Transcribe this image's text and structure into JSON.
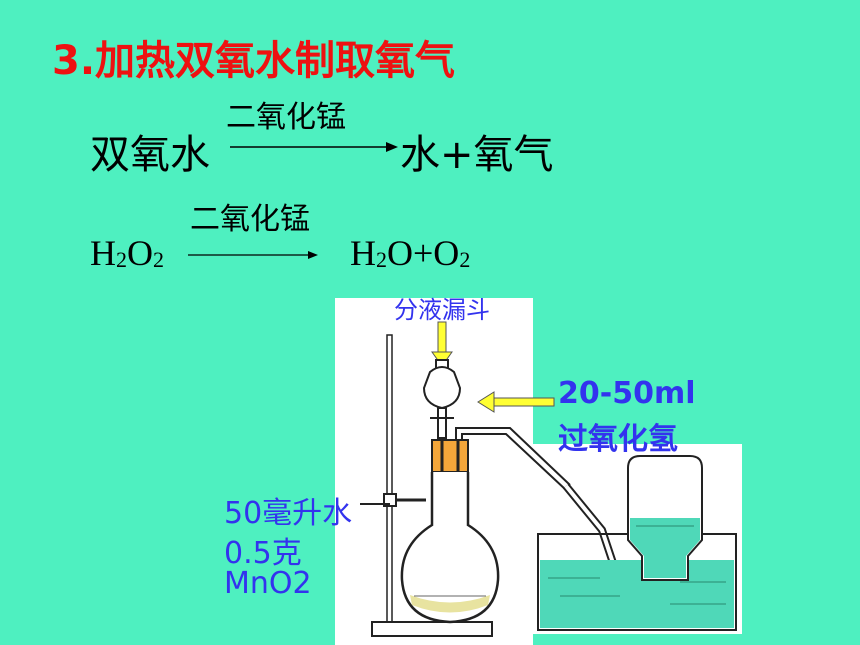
{
  "title": "3.加热双氧水制取氧气",
  "word_equation": {
    "reactant": "双氧水",
    "catalyst": "二氧化锰",
    "products": "水+氧气"
  },
  "chemical_equation": {
    "catalyst": "二氧化锰",
    "reactant_parts": [
      "H",
      "2",
      "O",
      "2"
    ],
    "product_parts": [
      "H",
      "2",
      "O+O",
      "2"
    ]
  },
  "labels": {
    "funnel": "分液漏斗",
    "peroxide_amount": "20-50ml",
    "peroxide_name": "过氧化氢",
    "water": "50毫升水",
    "mass": "0.5克",
    "reagent": "MnO2"
  },
  "colors": {
    "background": "#4ef0c0",
    "title": "#ee1111",
    "label_text": "#3333ee",
    "arrow_fill": "#ffff33"
  }
}
